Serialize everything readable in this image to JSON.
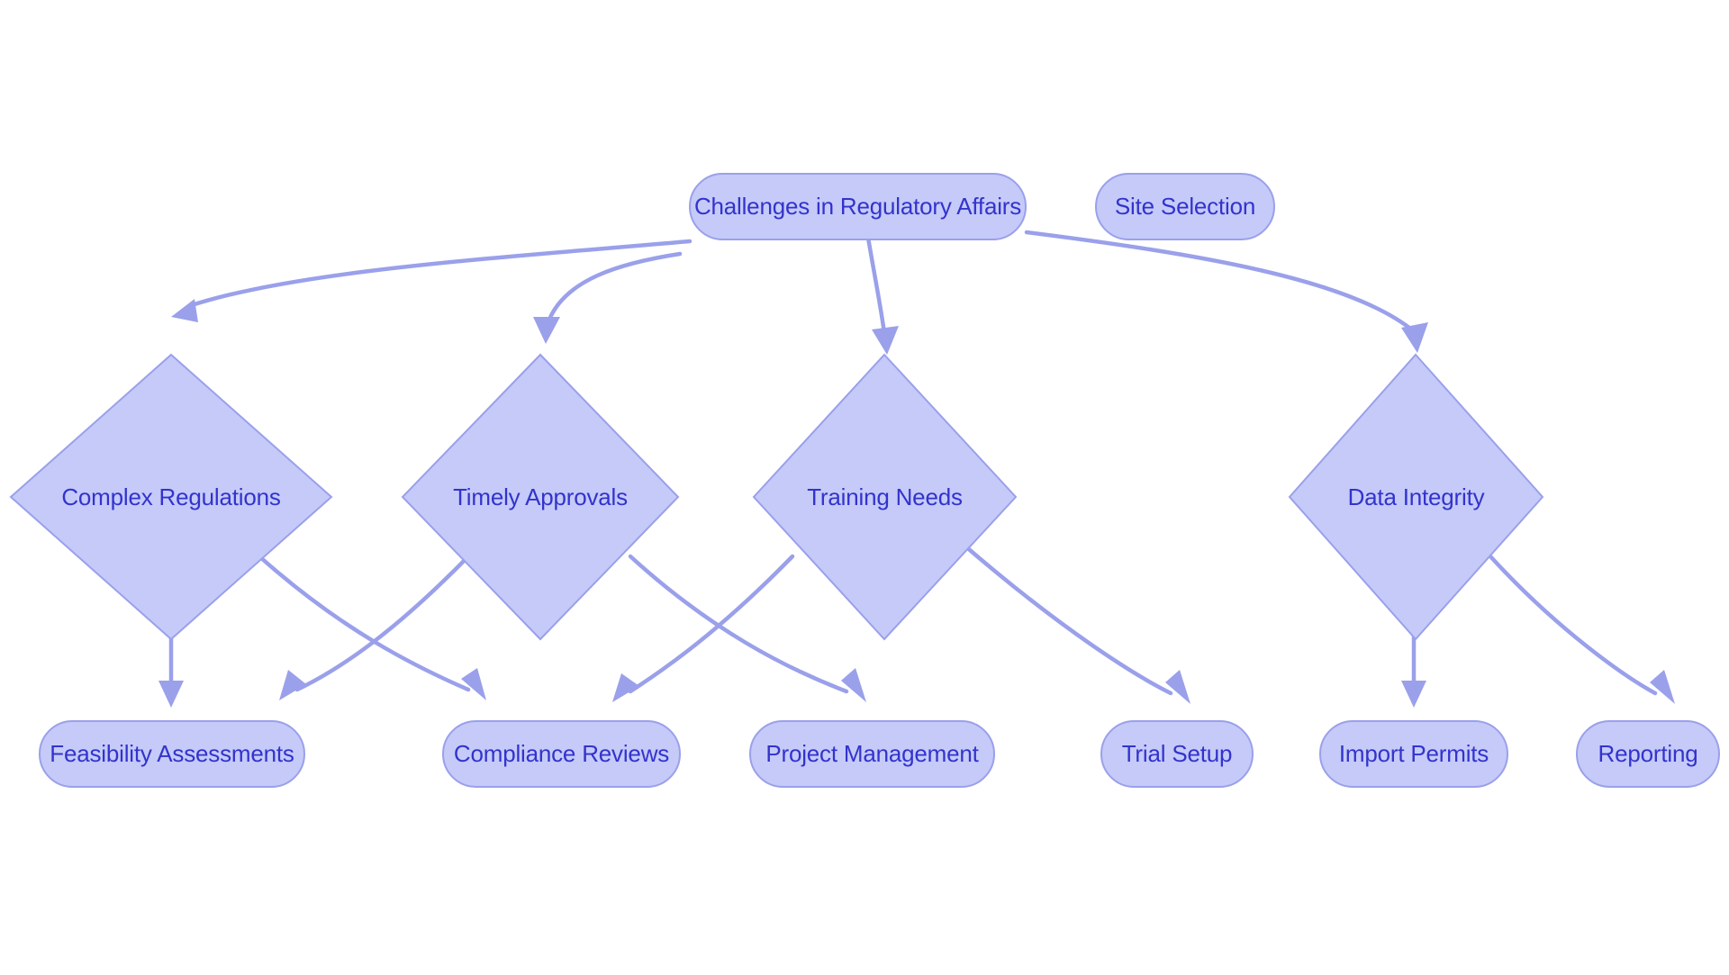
{
  "diagram": {
    "title": "Challenges in Regulatory Affairs flowchart",
    "background_color": "#ffffff",
    "node_fill": "#c5caf9",
    "node_stroke": "#9aa0ea",
    "node_text_color": "#3333cc",
    "edge_color": "#9aa0ea"
  },
  "nodes": {
    "challenges": {
      "label": "Challenges in Regulatory Affairs",
      "shape": "stadium"
    },
    "site_selection": {
      "label": "Site Selection",
      "shape": "stadium"
    },
    "complex_regulations": {
      "label": "Complex Regulations",
      "shape": "diamond"
    },
    "timely_approvals": {
      "label": "Timely Approvals",
      "shape": "diamond"
    },
    "training_needs": {
      "label": "Training Needs",
      "shape": "diamond"
    },
    "data_integrity": {
      "label": "Data Integrity",
      "shape": "diamond"
    },
    "feasibility_assessments": {
      "label": "Feasibility Assessments",
      "shape": "stadium"
    },
    "compliance_reviews": {
      "label": "Compliance Reviews",
      "shape": "stadium"
    },
    "project_management": {
      "label": "Project Management",
      "shape": "stadium"
    },
    "trial_setup": {
      "label": "Trial Setup",
      "shape": "stadium"
    },
    "import_permits": {
      "label": "Import Permits",
      "shape": "stadium"
    },
    "reporting": {
      "label": "Reporting",
      "shape": "stadium"
    }
  },
  "edges": [
    {
      "from": "challenges",
      "to": "complex_regulations"
    },
    {
      "from": "challenges",
      "to": "timely_approvals"
    },
    {
      "from": "challenges",
      "to": "training_needs"
    },
    {
      "from": "challenges",
      "to": "data_integrity"
    },
    {
      "from": "complex_regulations",
      "to": "feasibility_assessments"
    },
    {
      "from": "complex_regulations",
      "to": "compliance_reviews"
    },
    {
      "from": "timely_approvals",
      "to": "feasibility_assessments"
    },
    {
      "from": "timely_approvals",
      "to": "project_management"
    },
    {
      "from": "training_needs",
      "to": "compliance_reviews"
    },
    {
      "from": "training_needs",
      "to": "trial_setup"
    },
    {
      "from": "data_integrity",
      "to": "import_permits"
    },
    {
      "from": "data_integrity",
      "to": "reporting"
    }
  ]
}
